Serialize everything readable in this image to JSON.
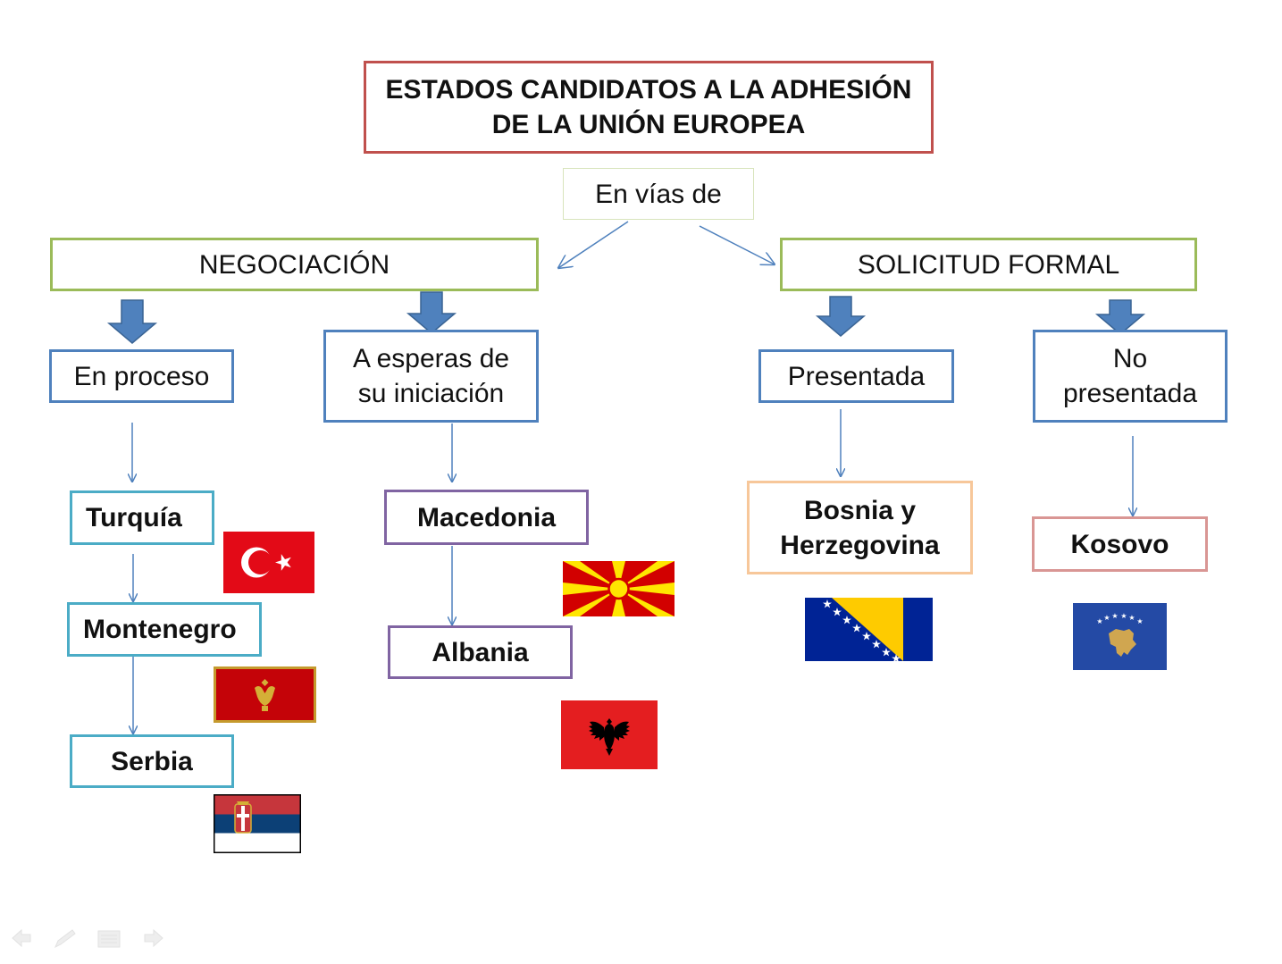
{
  "title": "ESTADOS CANDIDATOS A LA ADHESIÓN DE LA UNIÓN EUROPEA",
  "connector": "En vías de",
  "branches": {
    "negociacion": {
      "label": "NEGOCIACIÓN",
      "en_proceso": {
        "label": "En proceso",
        "countries": [
          "Turquía",
          "Montenegro",
          "Serbia"
        ]
      },
      "a_esperas": {
        "label": "A esperas de su iniciación",
        "countries": [
          "Macedonia",
          "Albania"
        ]
      }
    },
    "solicitud": {
      "label": "SOLICITUD FORMAL",
      "presentada": {
        "label": "Presentada",
        "countries": [
          "Bosnia y Herzegovina"
        ]
      },
      "no_presentada": {
        "label": "No presentada",
        "countries": [
          "Kosovo"
        ]
      }
    }
  },
  "colors": {
    "title_border": "#c0504d",
    "green_border": "#9bbb59",
    "blue_border": "#4f81bd",
    "teal_border": "#4bacc6",
    "purple_border": "#8064a2",
    "orange_border": "#f7c79a",
    "pink_border": "#d99694",
    "block_arrow": "#4f81bd"
  },
  "icons": [
    "turkey-flag-icon",
    "montenegro-flag-icon",
    "serbia-flag-icon",
    "macedonia-flag-icon",
    "albania-flag-icon",
    "bosnia-flag-icon",
    "kosovo-flag-icon",
    "previous-slide-icon",
    "pen-icon",
    "slide-menu-icon",
    "next-slide-icon"
  ]
}
